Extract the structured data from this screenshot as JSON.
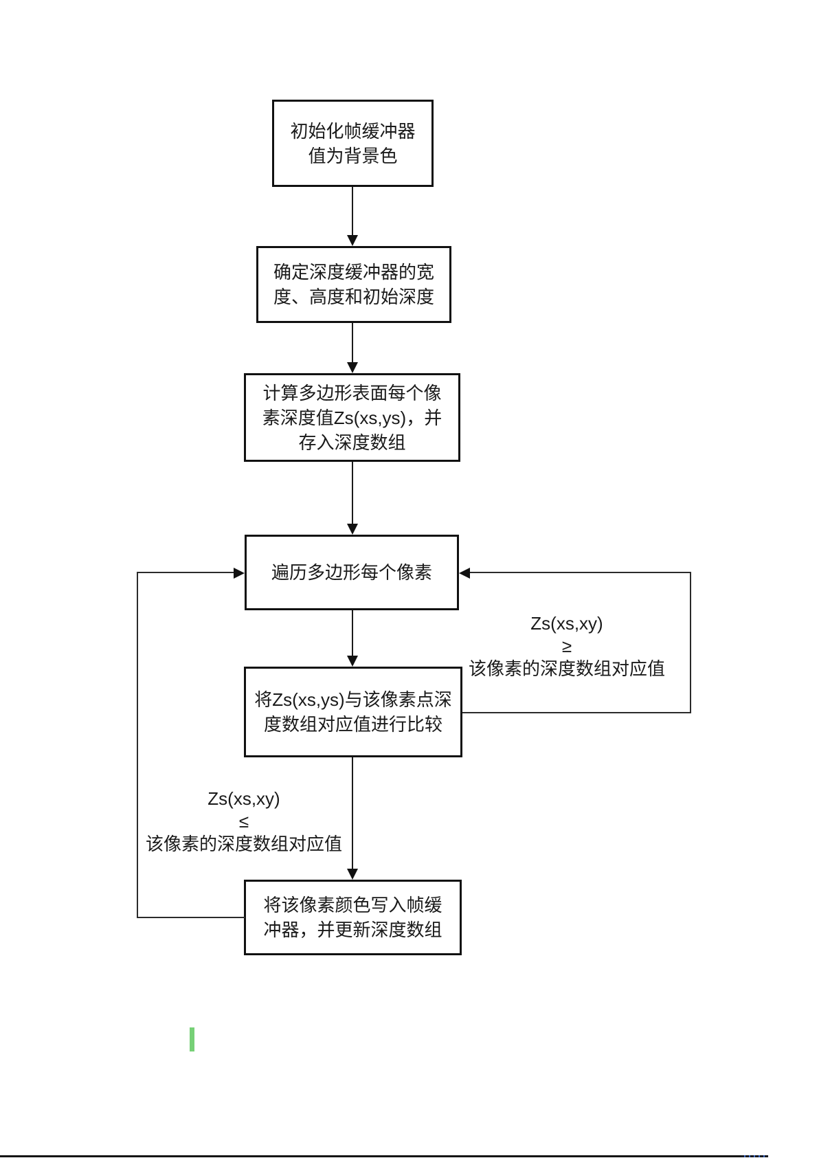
{
  "flowchart": {
    "title": "z-buffer-depth-algorithm-flowchart",
    "boxes": [
      {
        "name": "init-frame-buffer",
        "text": "初始化帧缓冲器\n值为背景色"
      },
      {
        "name": "determine-depth-buffer",
        "text": "确定深度缓冲器的宽\n度、高度和初始深度"
      },
      {
        "name": "compute-pixel-depths",
        "text": "计算多边形表面每个像\n素深度值Zs(xs,ys)，并\n存入深度数组"
      },
      {
        "name": "traverse-polygon-pixels",
        "text": "遍历多边形每个像素"
      },
      {
        "name": "compare-depth-values",
        "text": "将Zs(xs,ys)与该像素点深\n度数组对应值进行比较"
      },
      {
        "name": "write-color-update-depth",
        "text": "将该像素颜色写入帧缓\n冲器，并更新深度数组"
      }
    ],
    "branch_labels": {
      "right_ge": "Zs(xs,xy)\n≥\n该像素的深度数组对应值",
      "left_le": "Zs(xs,xy)\n≤\n该像素的深度数组对应值"
    },
    "edges": [
      {
        "from": "init-frame-buffer",
        "to": "determine-depth-buffer",
        "label": ""
      },
      {
        "from": "determine-depth-buffer",
        "to": "compute-pixel-depths",
        "label": ""
      },
      {
        "from": "compute-pixel-depths",
        "to": "traverse-polygon-pixels",
        "label": ""
      },
      {
        "from": "traverse-polygon-pixels",
        "to": "compare-depth-values",
        "label": ""
      },
      {
        "from": "compare-depth-values",
        "to": "write-color-update-depth",
        "label": "Zs(xs,xy) ≤ 该像素的深度数组对应值"
      },
      {
        "from": "compare-depth-values",
        "to": "traverse-polygon-pixels",
        "label": "Zs(xs,xy) ≥ 该像素的深度数组对应值"
      },
      {
        "from": "write-color-update-depth",
        "to": "traverse-polygon-pixels",
        "label": ""
      }
    ],
    "colors": {
      "box_border": "#111111",
      "connector_line": "#1a1a1a",
      "text": "#1a1a1a",
      "background": "#ffffff"
    }
  },
  "page_decorations": {
    "text_cursor_color": "#77d077",
    "bottom_border_color": "#141414",
    "bottom_border_highlight_color": "#3a66c0"
  }
}
